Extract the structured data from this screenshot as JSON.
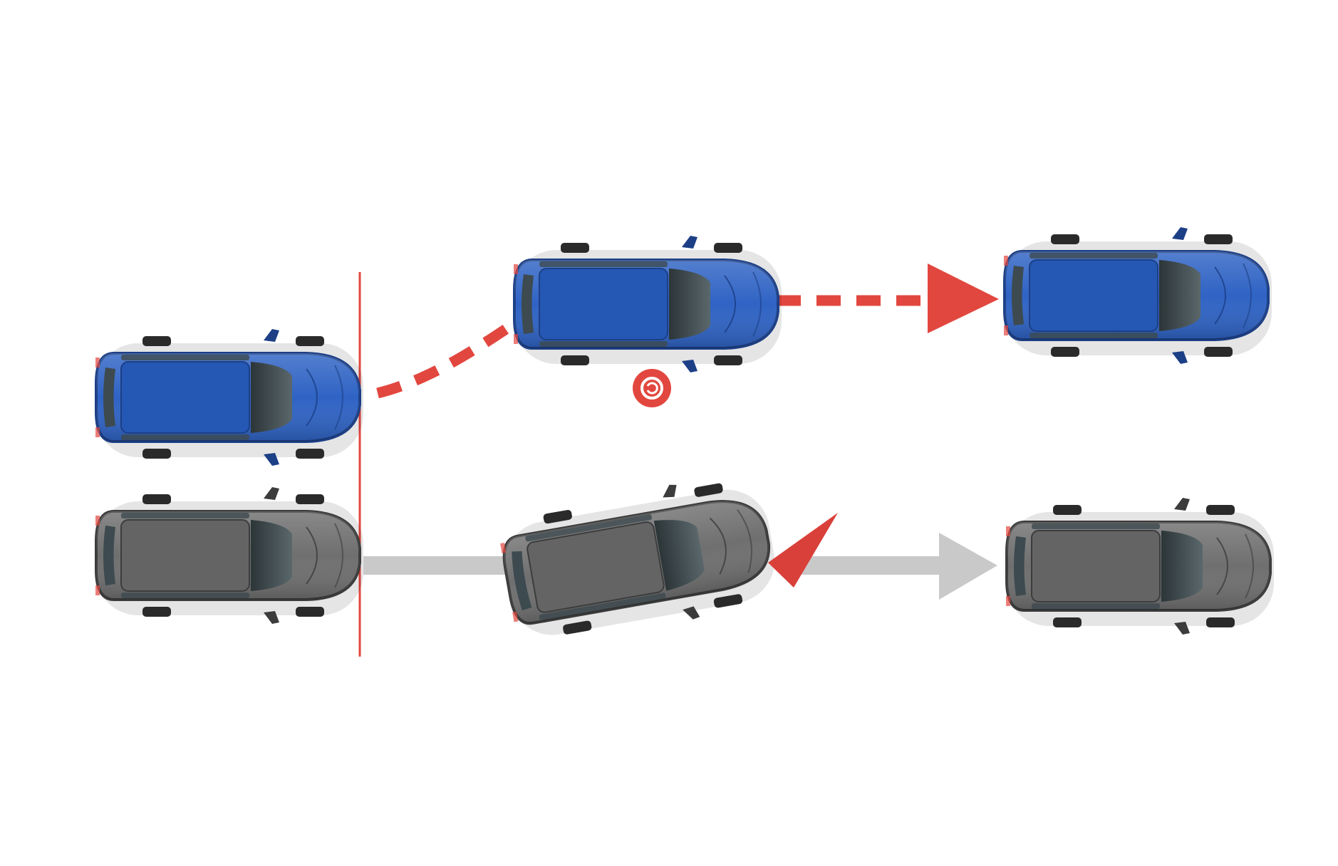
{
  "colors": {
    "background": "#ffffff",
    "blue_body": "#2f63c4",
    "blue_roof": "#2558b4",
    "blue_edge": "#1c3f86",
    "gray_body": "#6f6f6f",
    "gray_roof": "#646464",
    "gray_edge": "#3c3c3c",
    "glass": "#3d4a4f",
    "red": "#e2473f",
    "light_gray_arrow": "#c9c9c9",
    "cone": "#d9403a",
    "wheel": "#2a2a2a"
  },
  "diagram": {
    "description_icons": [
      "stop-line",
      "red-dashed-path-arrow",
      "gray-path-arrow",
      "steering-wheel-marker-icon",
      "traffic-cone-icon"
    ],
    "cars": [
      {
        "id": "blue-car-start",
        "color": "blue",
        "state": "start",
        "heading_deg": 0
      },
      {
        "id": "blue-car-middle",
        "color": "blue",
        "state": "changing-lane",
        "heading_deg": 0
      },
      {
        "id": "blue-car-end",
        "color": "blue",
        "state": "end",
        "heading_deg": 0
      },
      {
        "id": "gray-car-start",
        "color": "gray",
        "state": "start",
        "heading_deg": 0
      },
      {
        "id": "gray-car-middle",
        "color": "gray",
        "state": "swerving",
        "heading_deg": -10
      },
      {
        "id": "gray-car-end",
        "color": "gray",
        "state": "end",
        "heading_deg": 0
      }
    ]
  }
}
